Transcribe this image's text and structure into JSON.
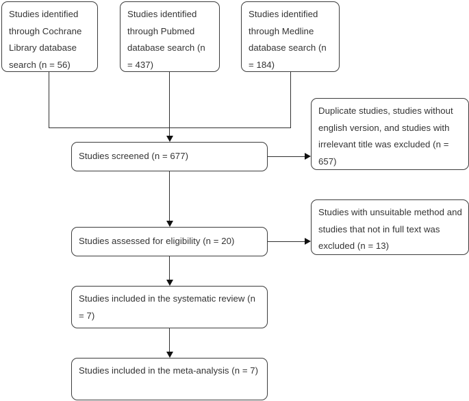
{
  "diagram": {
    "type": "prisma-flow-diagram",
    "title": "",
    "nodes": {
      "cochrane": {
        "label": "Studies identified through Cochrane Library database search (n = 56)",
        "count": 56,
        "source": "Cochrane Library"
      },
      "pubmed": {
        "label": "Studies identified through Pubmed database search (n = 437)",
        "count": 437,
        "source": "Pubmed"
      },
      "medline": {
        "label": "Studies identified through Medline database search (n = 184)",
        "count": 184,
        "source": "Medline"
      },
      "screened": {
        "label": "Studies screened (n = 677)",
        "count": 677
      },
      "excluded_screening": {
        "label": "Duplicate studies, studies without english version, and studies with irrelevant title was excluded (n = 657)",
        "count": 657
      },
      "eligibility": {
        "label": "Studies assessed for eligibility (n = 20)",
        "count": 20
      },
      "excluded_eligibility": {
        "label": "Studies with unsuitable method and studies that not in full text was excluded (n = 13)",
        "count": 13
      },
      "systematic_review": {
        "label": "Studies included in the systematic review (n = 7)",
        "count": 7
      },
      "meta_analysis": {
        "label": "Studies included in the meta-analysis (n = 7)",
        "count": 7
      }
    },
    "colors": {
      "background": "#ffffff",
      "box_border": "#3b3b3b",
      "text": "#333333",
      "connector": "#2f2f2f",
      "arrowhead": "#111111"
    }
  }
}
